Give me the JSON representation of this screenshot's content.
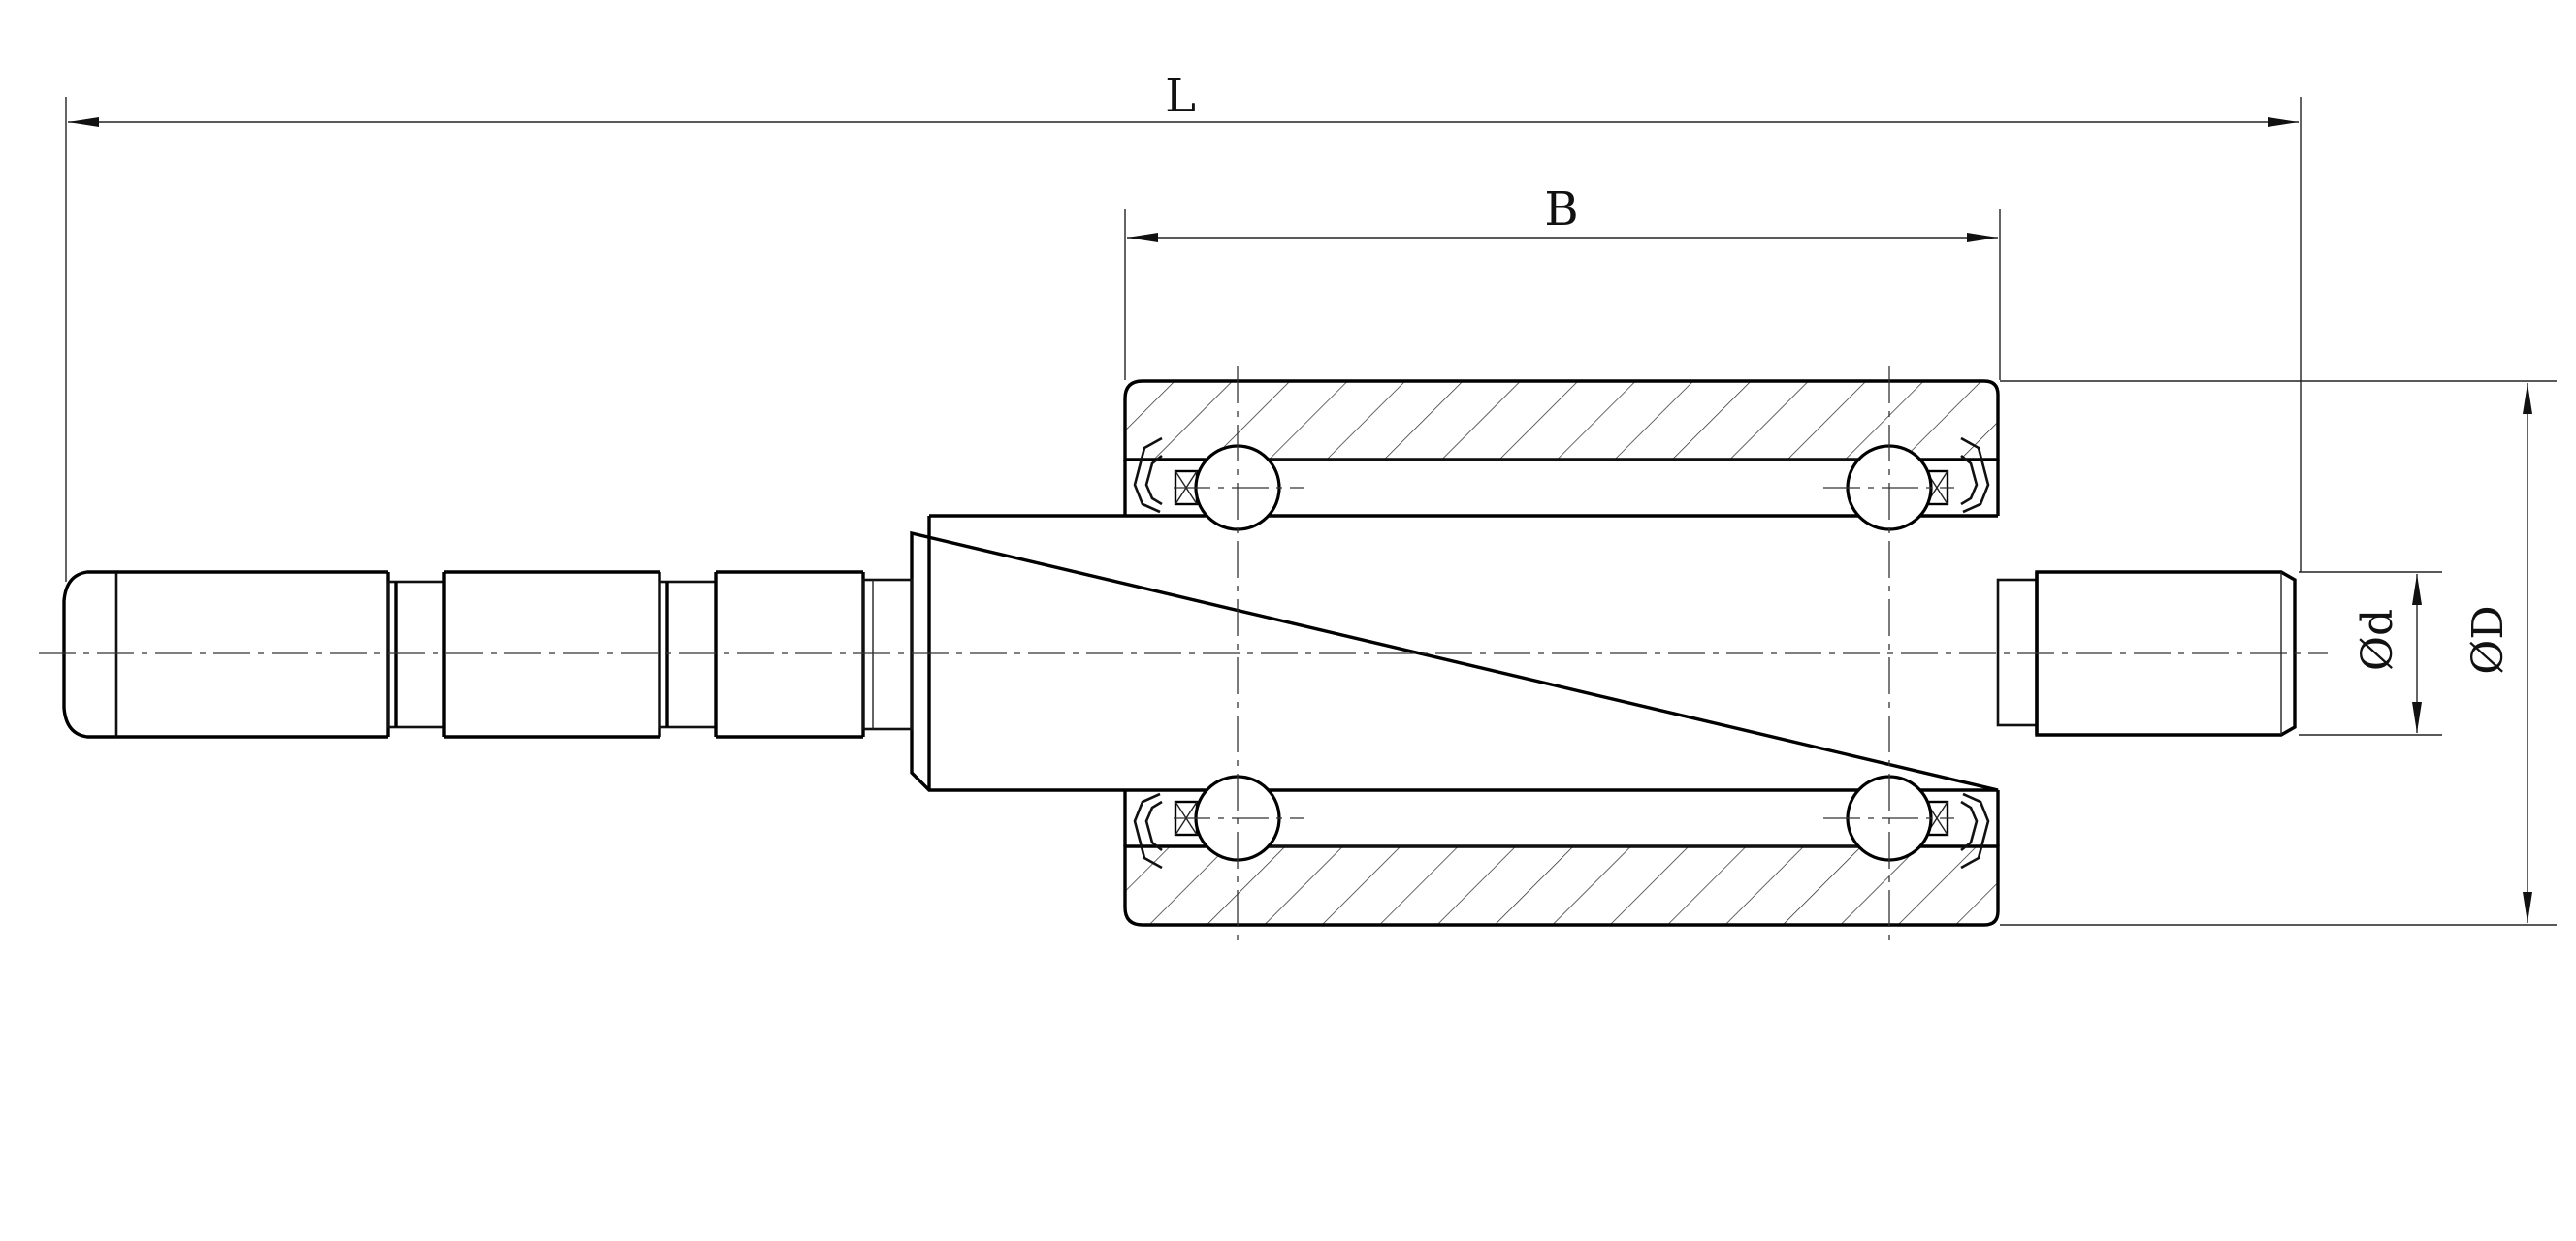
{
  "dimensions": {
    "L": "L",
    "B": "B",
    "d": "Ød",
    "D": "ØD"
  }
}
